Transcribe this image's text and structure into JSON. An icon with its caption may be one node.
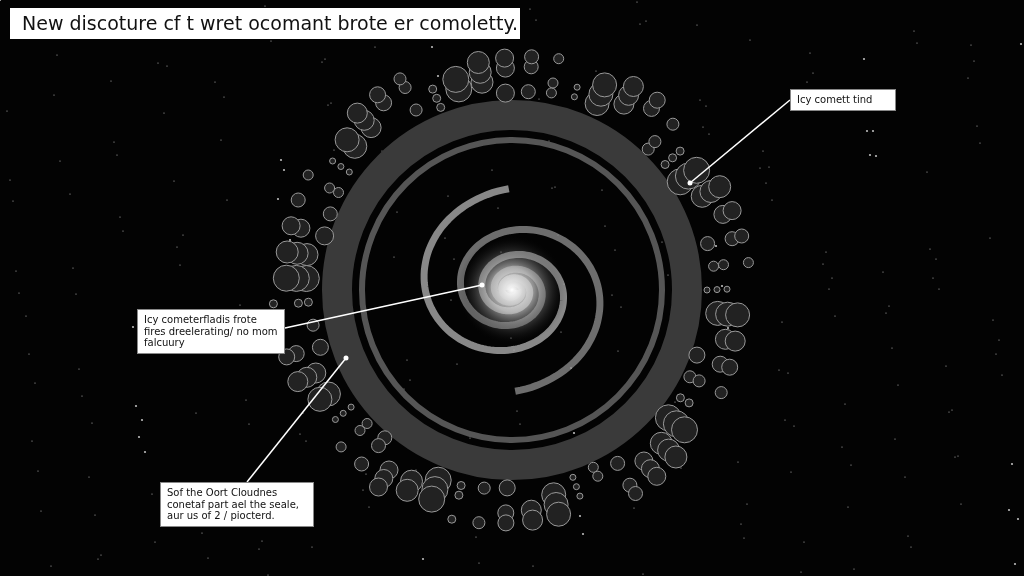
{
  "diagram": {
    "title": "New discoture cf t wret ocomant brote er comoletty.",
    "nodes": [
      {
        "text": [
          "Icy comett tind"
        ]
      },
      {
        "text": [
          "Icy cometerfladis frote fires dreelerating/ no mom falcuury"
        ]
      },
      {
        "text": [
          "Sof the Oort Cloudnes conetaf part ael the seale, aur us of 2 / piocterd."
        ]
      }
    ],
    "edges": [
      {
        "from": 0,
        "to": null,
        "arrow": "other"
      },
      {
        "from": 1,
        "to": null,
        "arrow": "other"
      },
      {
        "from": 2,
        "to": null,
        "arrow": "other"
      }
    ]
  }
}
